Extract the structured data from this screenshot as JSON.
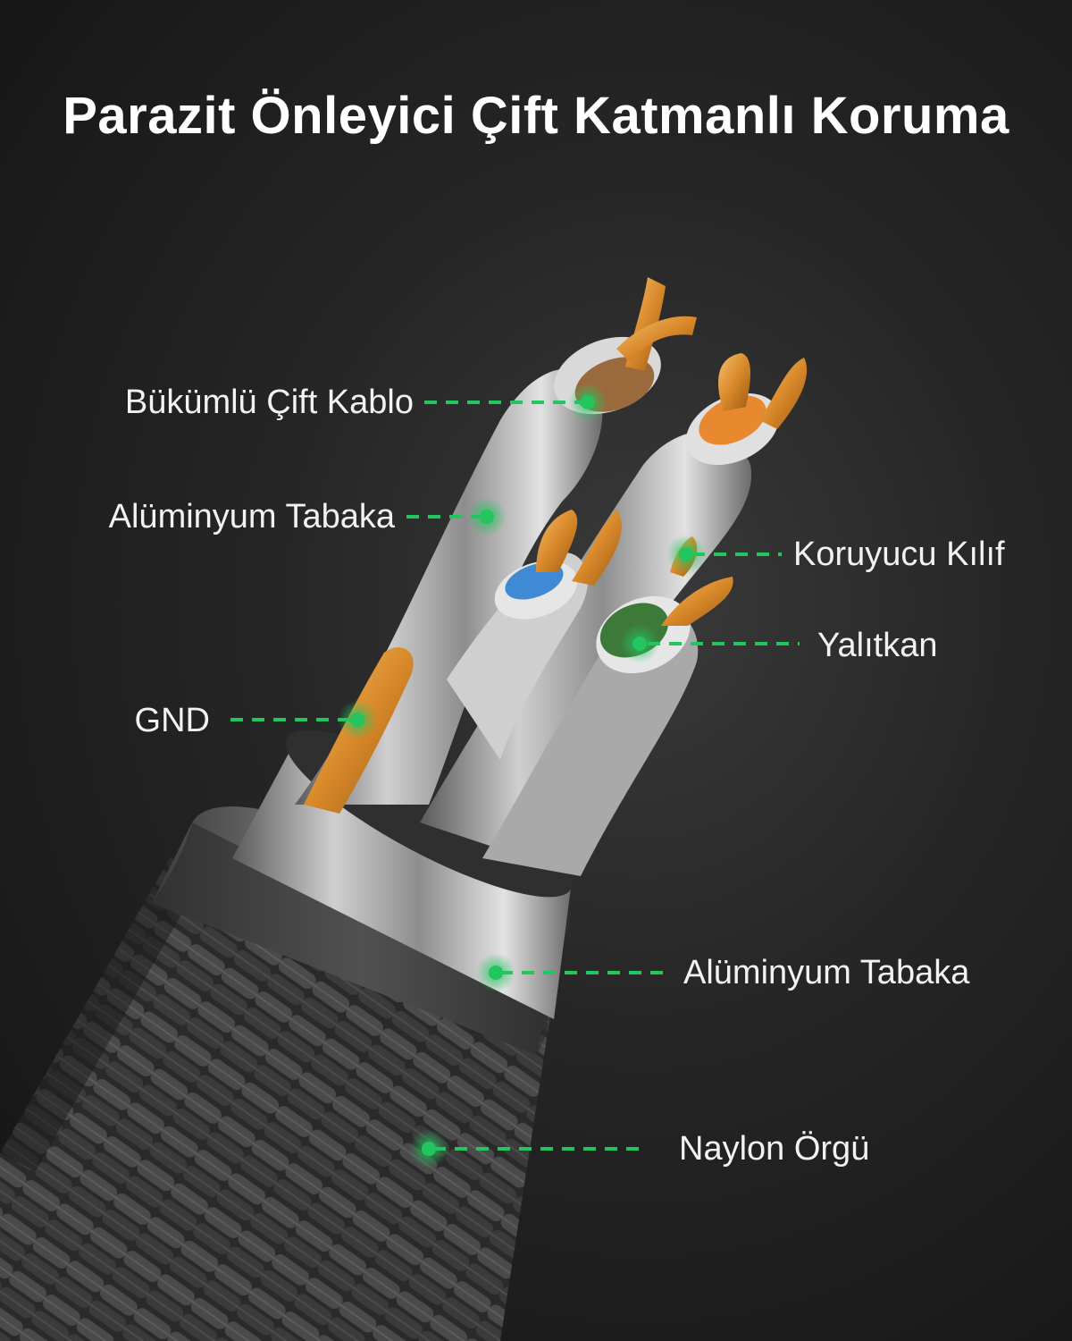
{
  "title": "Parazit Önleyici Çift Katmanlı Koruma",
  "colors": {
    "accent_green": "#22c55e",
    "copper": "#d9892a",
    "foil_silver": "#b9b9b9",
    "background": "#1e1e1e"
  },
  "callouts": [
    {
      "label": "Bükümlü Çift Kablo"
    },
    {
      "label": "Alüminyum Tabaka"
    },
    {
      "label": "Koruyucu Kılıf"
    },
    {
      "label": "Yalıtkan"
    },
    {
      "label": "GND"
    },
    {
      "label": "Alüminyum Tabaka"
    },
    {
      "label": "Naylon Örgü"
    }
  ]
}
